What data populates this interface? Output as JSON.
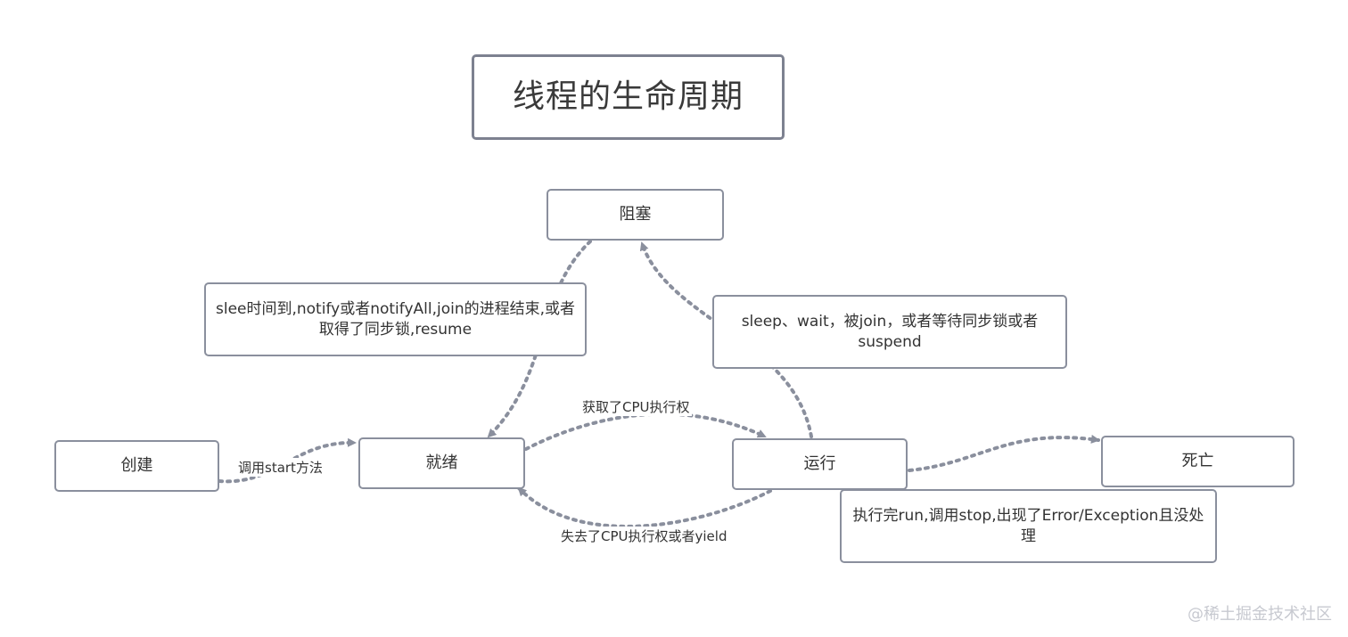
{
  "diagram": {
    "title": "线程的生命周期",
    "states": {
      "blocked": "阻塞",
      "create": "创建",
      "ready": "就绪",
      "running": "运行",
      "dead": "死亡"
    },
    "notes": {
      "blocked_to_ready": "slee时间到,notify或者notifyAll,join的进程结束,或者取得了同步锁,resume",
      "running_to_blocked": "sleep、wait，被join，或者等待同步锁或者suspend",
      "running_to_dead": "执行完run,调用stop,出现了Error/Exception且没处理"
    },
    "edge_labels": {
      "create_to_ready": "调用start方法",
      "ready_to_running": "获取了CPU执行权",
      "running_to_ready": "失去了CPU执行权或者yield"
    },
    "colors": {
      "border": "#8a8f9d",
      "arrow": "#8a8f9d"
    }
  },
  "watermark": "@稀土掘金技术社区"
}
